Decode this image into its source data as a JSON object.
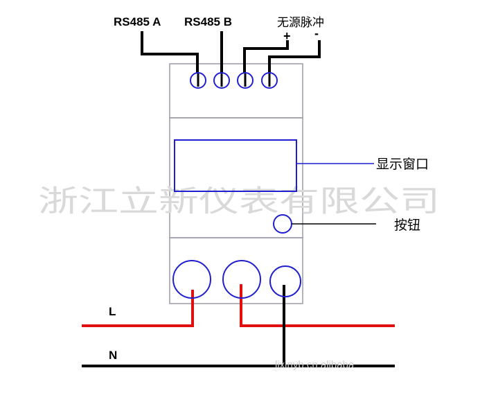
{
  "labels": {
    "rs485_a": "RS485 A",
    "rs485_b": "RS485 B",
    "passive_pulse": "无源脉冲",
    "plus": "+",
    "minus": "-",
    "display_window": "显示窗口",
    "button": "按钮",
    "line_l": "L",
    "line_n": "N"
  },
  "watermark": {
    "company": "浙江立新仪表有限公司",
    "url": "lixinyb.cn.alibaba"
  },
  "colors": {
    "device_outline": "#9a9aa8",
    "terminal_blue": "#1f1fd0",
    "live_wire": "#e01010",
    "neutral_wire": "#000000",
    "watermark": "#d9d9d9"
  }
}
